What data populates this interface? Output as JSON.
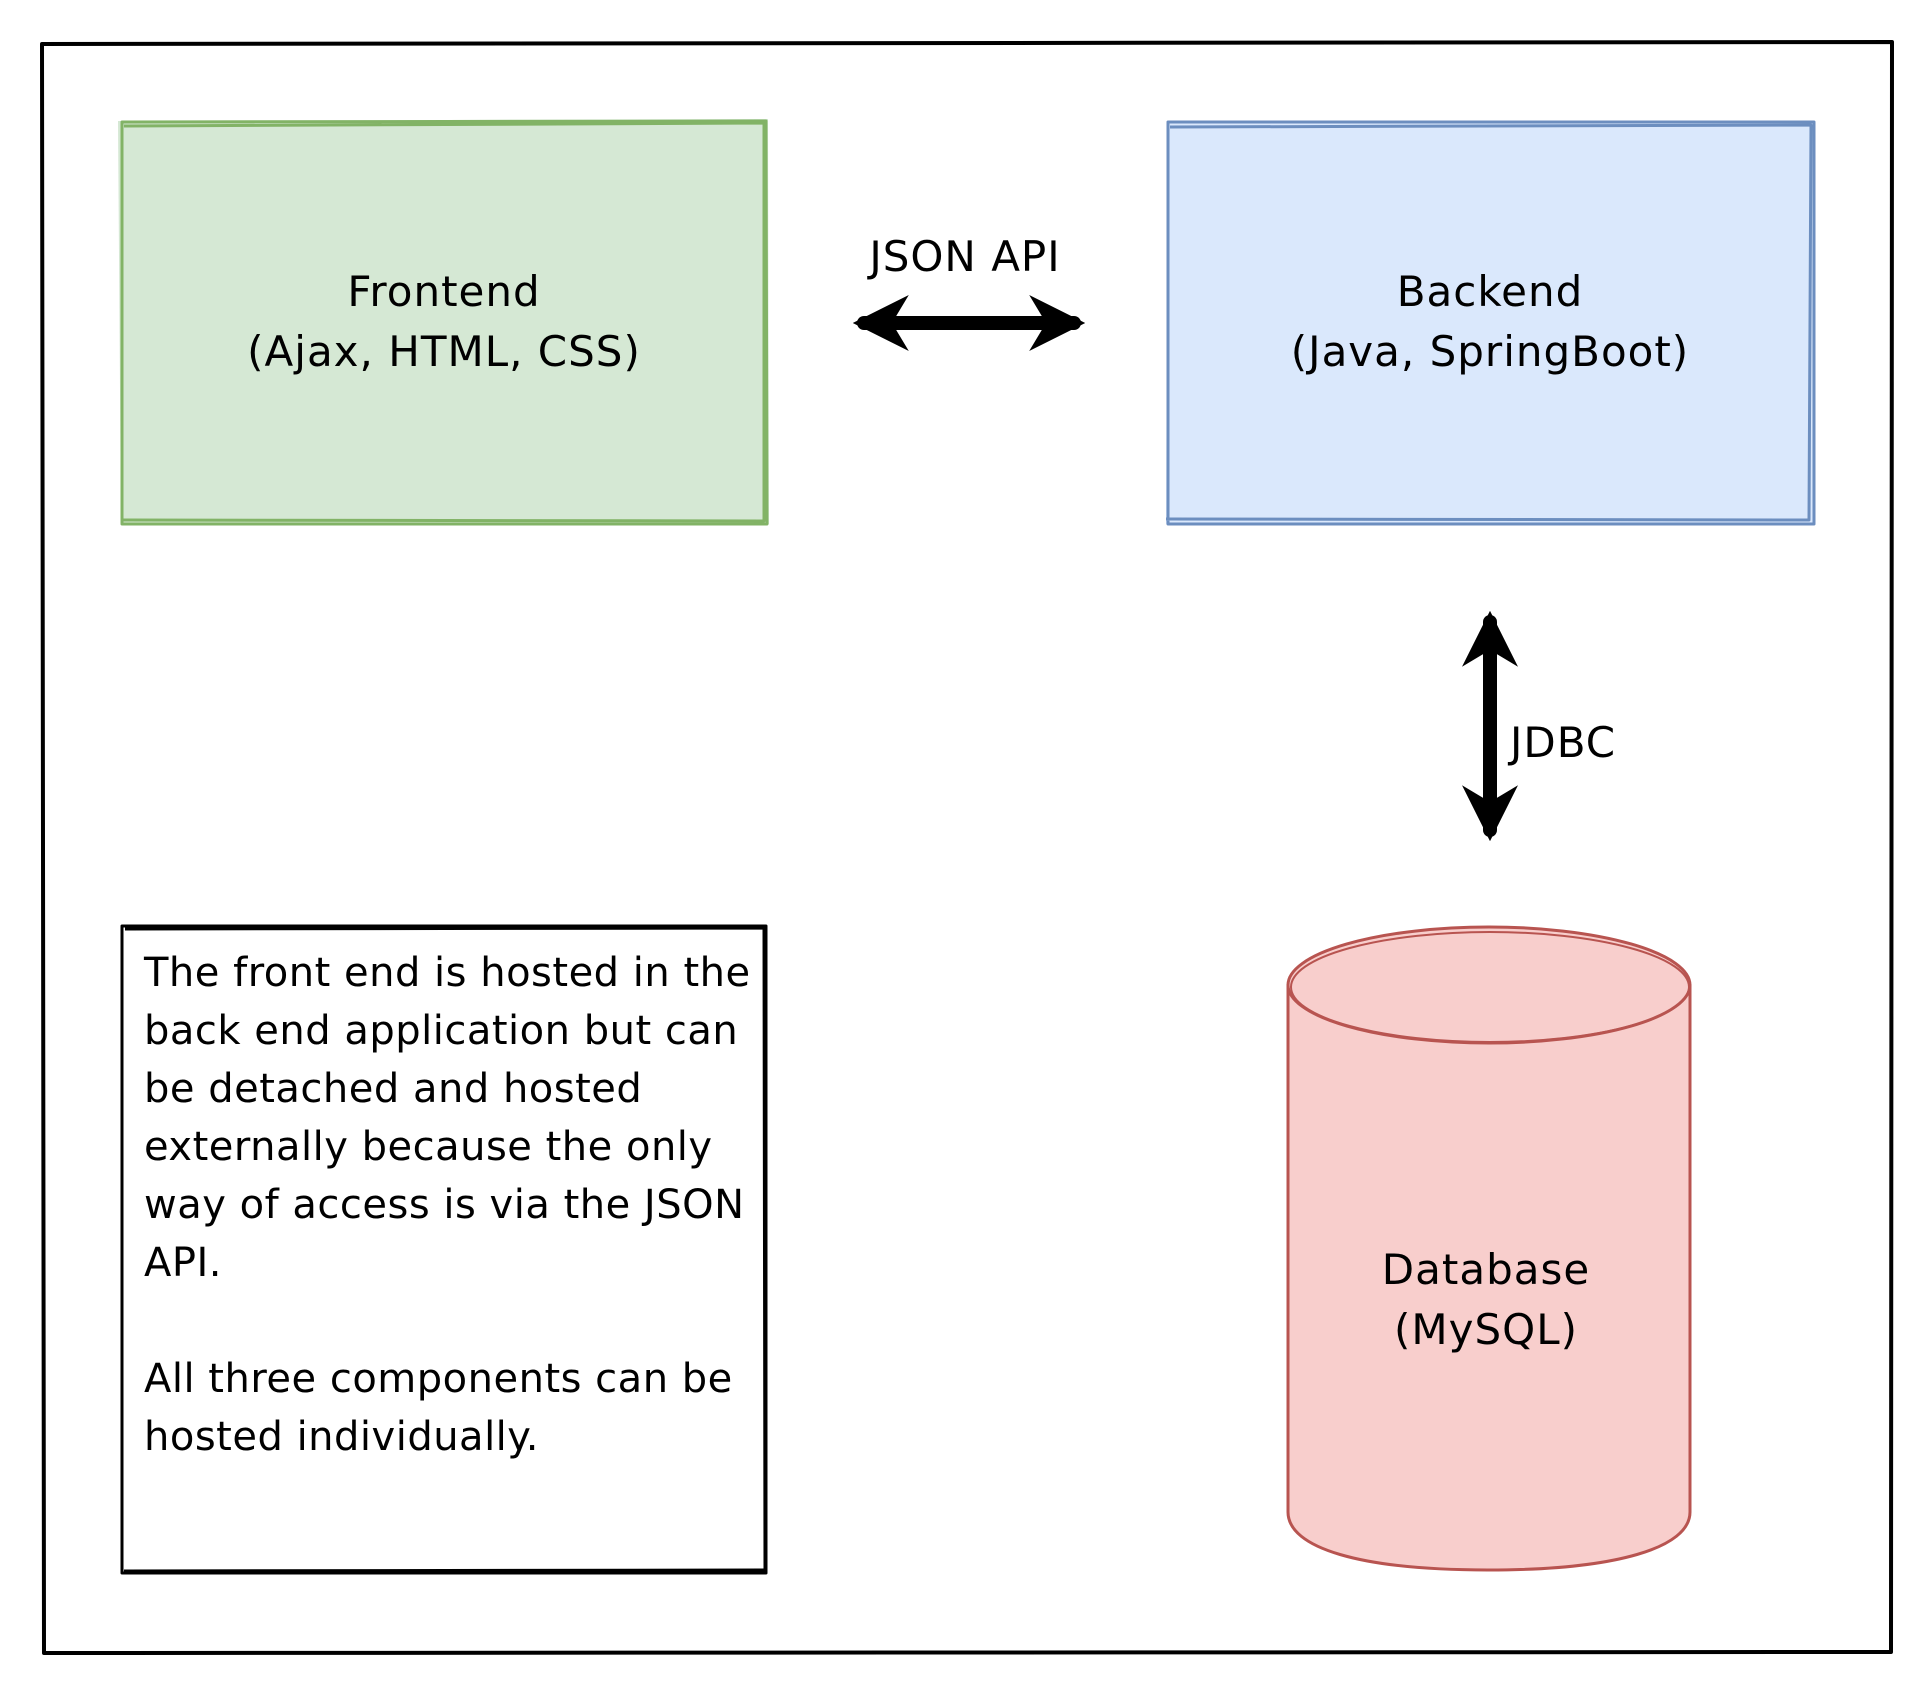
{
  "colors": {
    "frontend_fill": "#d5e8d4",
    "frontend_stroke": "#82b366",
    "backend_fill": "#dae8fc",
    "backend_stroke": "#6c8ebf",
    "database_fill": "#f8cecc",
    "database_stroke": "#b85450",
    "line": "#000000"
  },
  "nodes": {
    "frontend": {
      "title": "Frontend",
      "subtitle": "(Ajax, HTML, CSS)"
    },
    "backend": {
      "title": "Backend",
      "subtitle": "(Java, SpringBoot)"
    },
    "database": {
      "title": "Database",
      "subtitle": "(MySQL)"
    }
  },
  "edges": {
    "frontend_backend": {
      "label": "JSON API",
      "bidirectional": true
    },
    "backend_database": {
      "label": "JDBC",
      "bidirectional": true
    }
  },
  "note": {
    "paragraph1": "The front end is hosted in the back end application but can be detached and hosted externally because the only way of access is via the JSON API.",
    "paragraph2": "All three components can be hosted individually."
  }
}
